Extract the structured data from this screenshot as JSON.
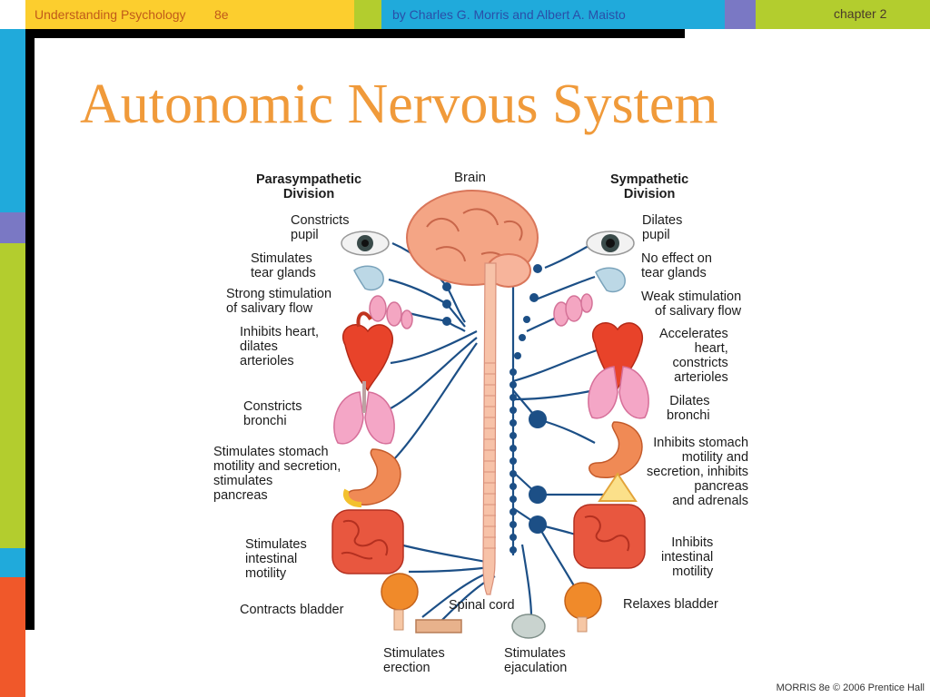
{
  "header": {
    "book_title": "Understanding Psychology",
    "edition": "8e",
    "authors": "by Charles G. Morris and Albert A. Maisto",
    "chapter": "chapter 2"
  },
  "slide": {
    "title": "Autonomic Nervous System"
  },
  "diagram": {
    "center": {
      "brain": "Brain",
      "spinal_cord": "Spinal cord"
    },
    "parasympathetic": {
      "heading": "Parasympathetic\nDivision",
      "labels": [
        "Constricts\npupil",
        "Stimulates\ntear glands",
        "Strong stimulation\nof salivary flow",
        "Inhibits heart,\ndilates\narterioles",
        "Constricts\nbronchi",
        "Stimulates stomach\nmotility and secretion,\nstimulates\npancreas",
        "Stimulates\nintestinal\nmotility",
        "Contracts bladder",
        "Stimulates\nerection"
      ]
    },
    "sympathetic": {
      "heading": "Sympathetic\nDivision",
      "labels": [
        "Dilates\npupil",
        "No effect on\ntear glands",
        "Weak stimulation\nof salivary flow",
        "Accelerates\nheart,\nconstricts\narterioles",
        "Dilates\nbronchi",
        "Inhibits stomach\nmotility and\nsecretion, inhibits\npancreas\nand adrenals",
        "Inhibits\nintestinal\nmotility",
        "Relaxes bladder",
        "Stimulates\nejaculation"
      ]
    }
  },
  "footer": "MORRIS 8e © 2006 Prentice Hall",
  "colors": {
    "title": "#f09a3a",
    "header_yellow": "#fcce2e",
    "header_green": "#b3cd2e",
    "header_cyan": "#20aadb",
    "header_purple": "#7a78c4",
    "nerve": "#1c4f86"
  }
}
